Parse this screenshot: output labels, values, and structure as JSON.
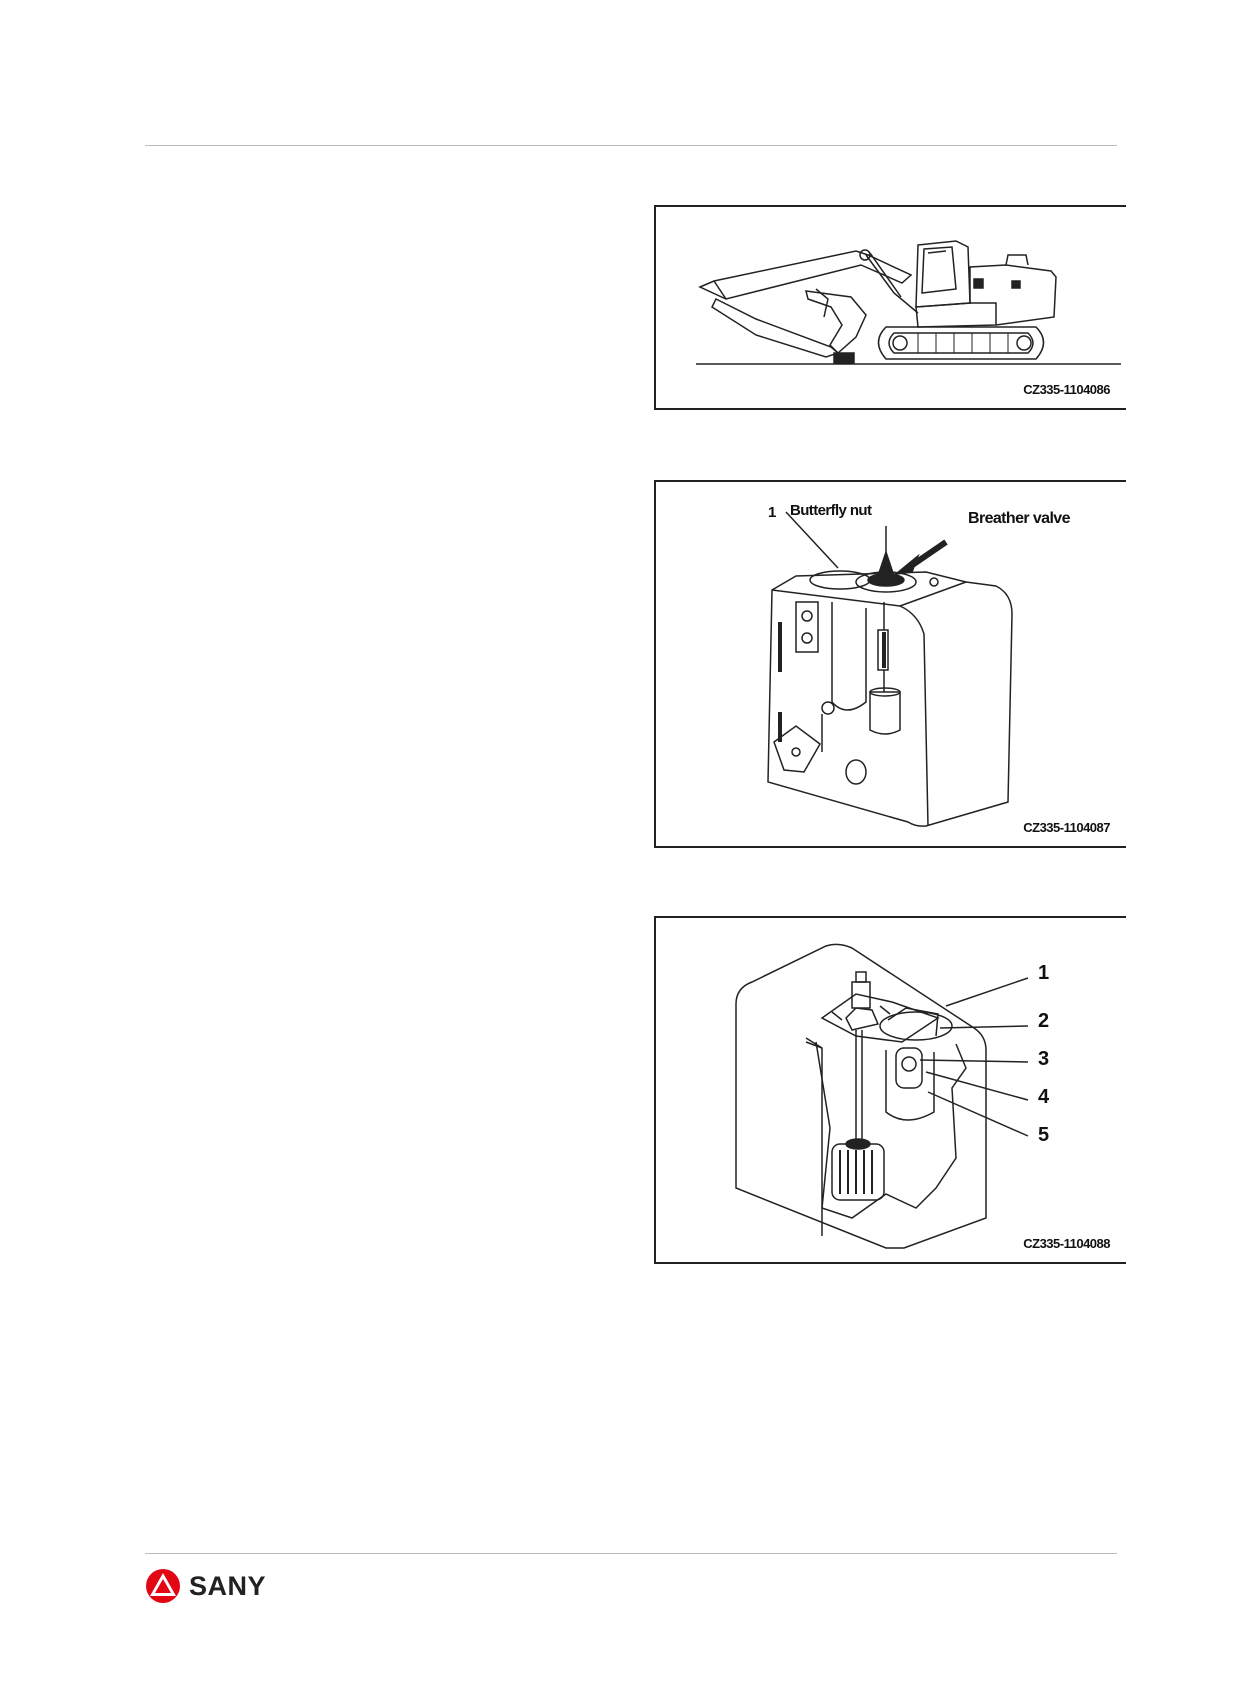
{
  "figures": [
    {
      "code": "CZ335-1104086"
    },
    {
      "code": "CZ335-1104087",
      "labels": {
        "part_1": "1",
        "butterfly": "Butterfly nut",
        "breather": "Breather valve"
      }
    },
    {
      "code": "CZ335-1104088",
      "labels": [
        "1",
        "2",
        "3",
        "4",
        "5"
      ]
    }
  ],
  "footer": {
    "brand": "SANY",
    "brand_color": "#e30613"
  }
}
